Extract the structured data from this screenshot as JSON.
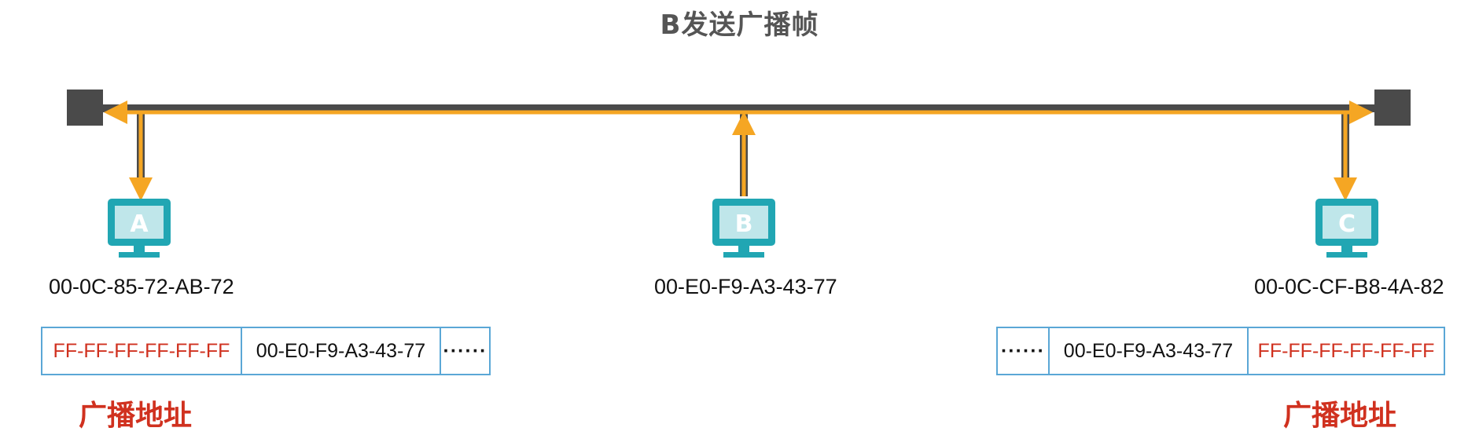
{
  "title": "B发送广播帧",
  "colors": {
    "bus": "#4a4a4a",
    "signal": "#f5a623",
    "monitor": "#21a6b3",
    "frame_border": "#5aa7d6",
    "broadcast_text": "#d0311f"
  },
  "hosts": [
    {
      "id": "A",
      "mac": "00-0C-85-72-AB-72"
    },
    {
      "id": "B",
      "mac": "00-E0-F9-A3-43-77"
    },
    {
      "id": "C",
      "mac": "00-0C-CF-B8-4A-82"
    }
  ],
  "frames": {
    "left": {
      "dest": "FF-FF-FF-FF-FF-FF",
      "src": "00-E0-F9-A3-43-77",
      "more": "······"
    },
    "right": {
      "more": "······",
      "src": "00-E0-F9-A3-43-77",
      "dest": "FF-FF-FF-FF-FF-FF"
    }
  },
  "notes": {
    "left": "广播地址",
    "right": "广播地址"
  }
}
